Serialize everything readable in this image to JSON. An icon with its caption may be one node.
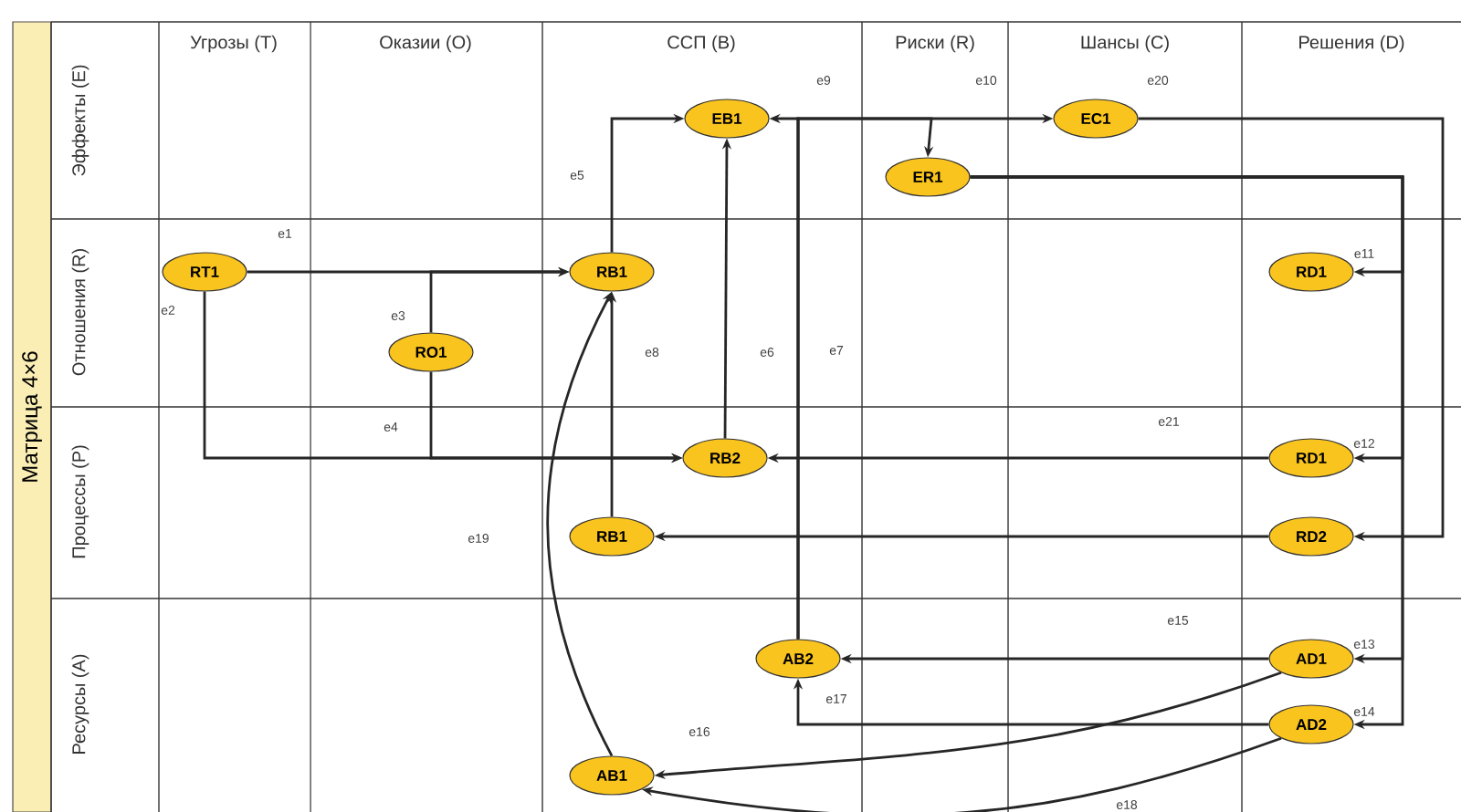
{
  "diagram": {
    "nodes": [
      {
        "text": [
          "EB1"
        ]
      },
      {
        "text": [
          "EC1"
        ]
      },
      {
        "text": [
          "ER1"
        ]
      },
      {
        "text": [
          "RT1"
        ]
      },
      {
        "text": [
          "RB1"
        ]
      },
      {
        "text": [
          "RD1"
        ]
      },
      {
        "text": [
          "RO1"
        ]
      },
      {
        "text": [
          "RB2"
        ]
      },
      {
        "text": [
          "RD1"
        ]
      },
      {
        "text": [
          "RB1"
        ]
      },
      {
        "text": [
          "RD2"
        ]
      },
      {
        "text": [
          "AB2"
        ]
      },
      {
        "text": [
          "AD1"
        ]
      },
      {
        "text": [
          "AD2"
        ]
      },
      {
        "text": [
          "AB1"
        ]
      }
    ],
    "edges": [
      {
        "from": 3,
        "to": 4,
        "arrow": "to",
        "label": "e1"
      },
      {
        "from": 3,
        "to": 7,
        "arrow": "to",
        "label": "e2"
      },
      {
        "from": 6,
        "to": 4,
        "arrow": "to",
        "label": "e3"
      },
      {
        "from": 6,
        "to": 7,
        "arrow": "to",
        "label": "e4"
      },
      {
        "from": 4,
        "to": 0,
        "arrow": "to",
        "label": "e5"
      },
      {
        "from": 7,
        "to": 0,
        "arrow": "to",
        "label": "e6"
      },
      {
        "from": 11,
        "to": 0,
        "arrow": "to",
        "label": "e7"
      },
      {
        "from": 9,
        "to": 4,
        "arrow": "to",
        "label": "e8"
      },
      {
        "from": 11,
        "to": 1,
        "arrow": "to",
        "label": "e9"
      },
      {
        "from": 11,
        "to": 2,
        "arrow": "to",
        "label": "e10"
      },
      {
        "from": 2,
        "to": 5,
        "arrow": "to",
        "label": "e11"
      },
      {
        "from": 2,
        "to": 8,
        "arrow": "to",
        "label": "e12"
      },
      {
        "from": 2,
        "to": 12,
        "arrow": "to",
        "label": "e13"
      },
      {
        "from": 2,
        "to": 13,
        "arrow": "to",
        "label": "e14"
      },
      {
        "from": 12,
        "to": 11,
        "arrow": "to",
        "label": "e15"
      },
      {
        "from": 12,
        "to": 14,
        "arrow": "to",
        "label": "e16"
      },
      {
        "from": 13,
        "to": 11,
        "arrow": "to",
        "label": "e17"
      },
      {
        "from": 13,
        "to": 14,
        "arrow": "to",
        "label": "e18"
      },
      {
        "from": 14,
        "to": 4,
        "arrow": "to",
        "label": "e19"
      },
      {
        "from": 1,
        "to": 10,
        "arrow": "to",
        "label": "e20"
      },
      {
        "from": 8,
        "to": 7,
        "arrow": "to",
        "label": "e21"
      },
      {
        "from": 10,
        "to": 9,
        "arrow": "to"
      }
    ],
    "labels": [
      "Угрозы (T)",
      "Оказии (O)",
      "ССП (B)",
      "Риски (R)",
      "Шансы (C)",
      "Решения (D)",
      "Эффекты (E)",
      "Отношения (R)",
      "Процессы (P)",
      "Ресурсы (A)",
      "Матрица 4×6"
    ]
  }
}
